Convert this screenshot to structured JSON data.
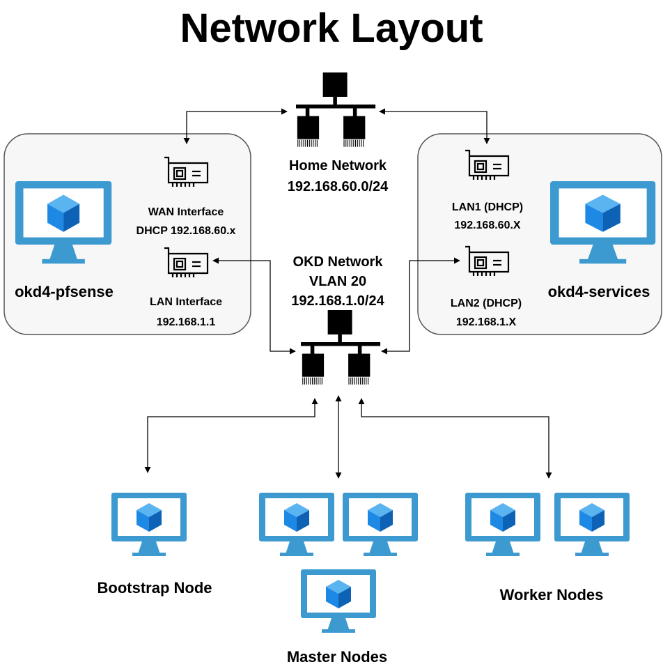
{
  "title": "Network Layout",
  "home_network": {
    "name": "Home Network",
    "subnet": "192.168.60.0/24"
  },
  "okd_network": {
    "name": "OKD Network",
    "vlan": "VLAN 20",
    "subnet": "192.168.1.0/24"
  },
  "pfsense": {
    "label": "okd4-pfsense",
    "wan": {
      "name": "WAN Interface",
      "address": "DHCP 192.168.60.x"
    },
    "lan": {
      "name": "LAN Interface",
      "address": "192.168.1.1"
    }
  },
  "services": {
    "label": "okd4-services",
    "lan1": {
      "name": "LAN1 (DHCP)",
      "address": "192.168.60.X"
    },
    "lan2": {
      "name": "LAN2 (DHCP)",
      "address": "192.168.1.X"
    }
  },
  "nodes": {
    "bootstrap": "Bootstrap Node",
    "master": "Master Nodes",
    "worker": "Worker Nodes"
  },
  "colors": {
    "monitor": "#3C9AD0",
    "cube_light": "#1E88E5",
    "cube_dark": "#0E62B5",
    "cube_top": "#5AB4F0",
    "panel_fill": "#F7F7F7",
    "panel_stroke": "#555555",
    "switch": "#000000"
  },
  "icons": {
    "switch": "network-switch-icon",
    "vm": "virtual-machine-monitor-icon",
    "nic": "network-interface-card-icon"
  }
}
